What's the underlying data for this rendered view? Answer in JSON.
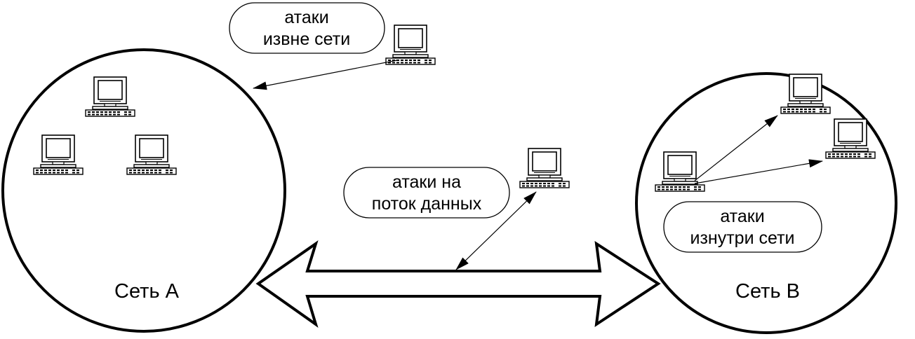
{
  "diagram": {
    "networks": {
      "a": {
        "label": "Сеть А"
      },
      "b": {
        "label": "Сеть В"
      }
    },
    "callouts": {
      "external": {
        "lines": [
          "атаки",
          "извне сети"
        ]
      },
      "stream": {
        "lines": [
          "атаки на",
          "поток данных"
        ]
      },
      "internal": {
        "lines": [
          "атаки",
          "изнутри сети"
        ]
      }
    },
    "icons": {
      "computer": "computer-icon"
    },
    "colors": {
      "stroke": "#000000",
      "background": "#ffffff"
    }
  }
}
